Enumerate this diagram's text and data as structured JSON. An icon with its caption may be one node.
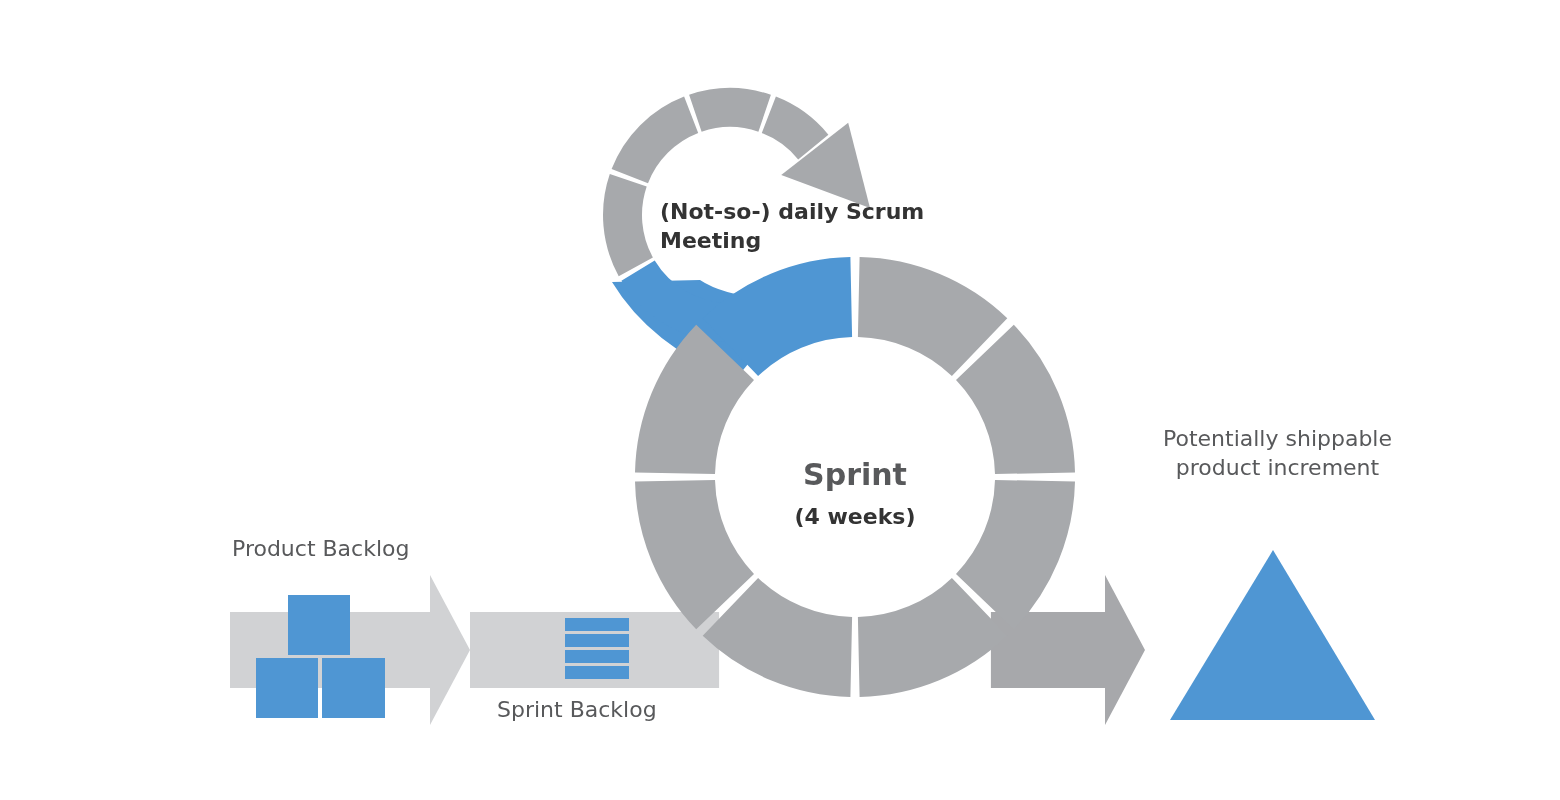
{
  "diagram": {
    "nodes": [
      {
        "text": [
          "Product Backlog"
        ]
      },
      {
        "text": [
          "Sprint Backlog"
        ]
      },
      {
        "text": [
          "(Not-so-) daily Scrum Meeting"
        ]
      },
      {
        "text": [
          "Sprint",
          "(4 weeks)"
        ]
      },
      {
        "text": [
          "Potentially shippable product increment"
        ]
      }
    ],
    "edges": [
      {
        "from": 0,
        "to": 1,
        "arrow": "to"
      },
      {
        "from": 1,
        "to": 3,
        "arrow": "none"
      },
      {
        "from": 3,
        "to": 4,
        "arrow": "to",
        "color": "#a7a8ab"
      }
    ]
  }
}
